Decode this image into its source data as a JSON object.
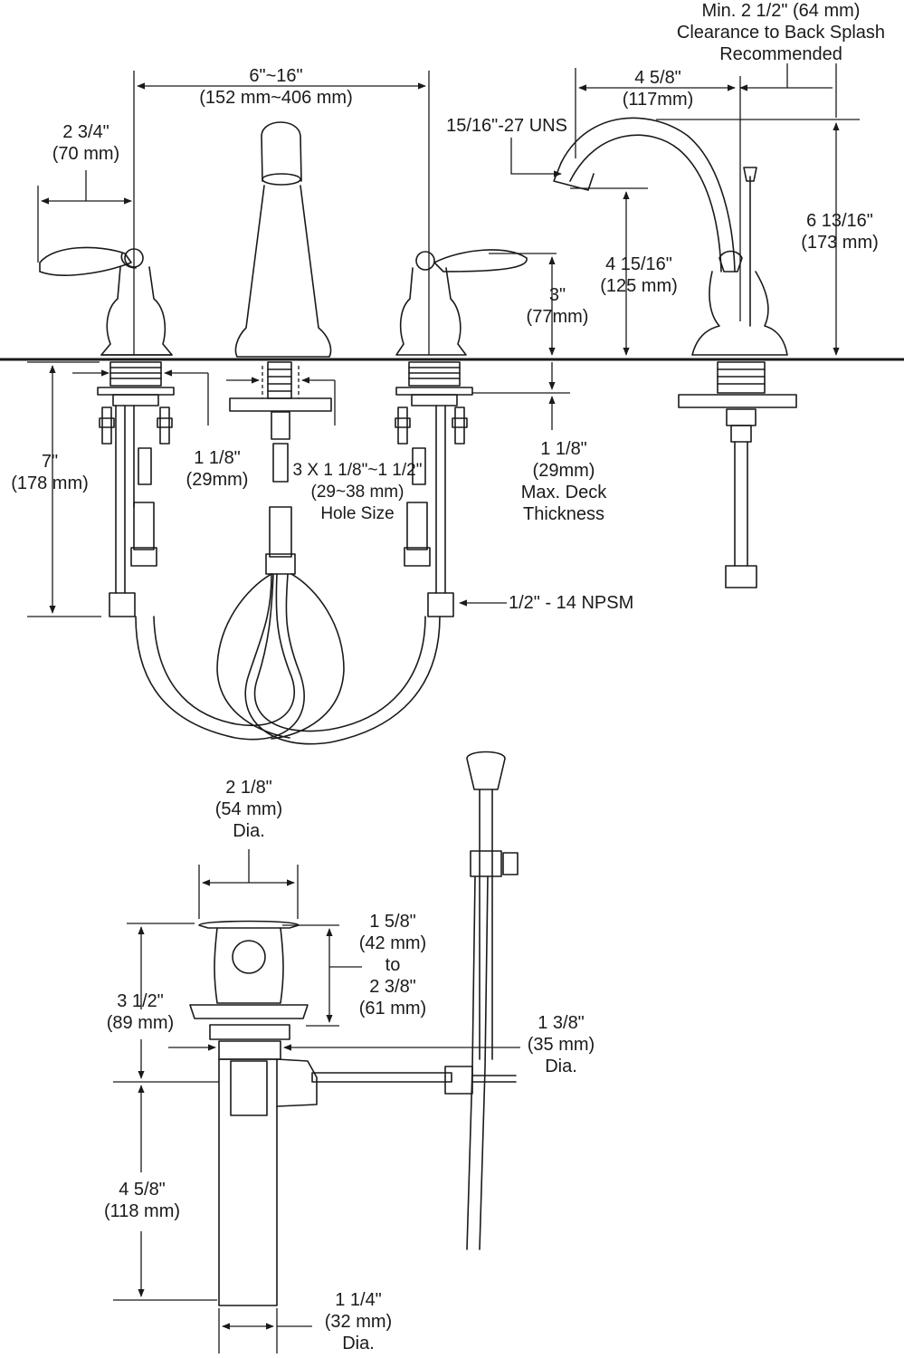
{
  "top": {
    "clearance": {
      "l1": "Min. 2 1/2\" (64 mm)",
      "l2": "Clearance to Back Splash",
      "l3": "Recommended"
    },
    "spread": {
      "l1": "6\"~16\"",
      "l2": "(152 mm~406 mm)"
    },
    "handle_reach": {
      "l1": "2 3/4\"",
      "l2": "(70 mm)"
    },
    "spout_reach": {
      "l1": "4 5/8\"",
      "l2": "(117mm)"
    },
    "thread": "15/16\"-27 UNS",
    "spout_height": {
      "l1": "6 13/16\"",
      "l2": "(173 mm)"
    },
    "spout_clearance": {
      "l1": "4 15/16\"",
      "l2": "(125 mm)"
    },
    "handle_height": {
      "l1": "3\"",
      "l2": "(77mm)"
    },
    "below_deck": {
      "l1": "7\"",
      "l2": "(178 mm)"
    },
    "shank": {
      "l1": "1 1/8\"",
      "l2": "(29mm)"
    },
    "hole_size": {
      "l1": "3 X 1 1/8\"~1 1/2\"",
      "l2": "(29~38 mm)",
      "l3": "Hole Size"
    },
    "deck": {
      "l1": "1 1/8\"",
      "l2": "(29mm)",
      "l3": "Max. Deck",
      "l4": "Thickness"
    },
    "npsm": "1/2\" - 14 NPSM"
  },
  "drain": {
    "flange_dia": {
      "l1": "2 1/8\"",
      "l2": "(54 mm)",
      "l3": "Dia."
    },
    "flange_range": {
      "l1": "1 5/8\"",
      "l2": "(42 mm)",
      "l3": "to",
      "l4": "2 3/8\"",
      "l5": "(61 mm)"
    },
    "body_height": {
      "l1": "3 1/2\"",
      "l2": "(89 mm)"
    },
    "body_dia": {
      "l1": "1 3/8\"",
      "l2": "(35 mm)",
      "l3": "Dia."
    },
    "tail_length": {
      "l1": "4 5/8\"",
      "l2": "(118 mm)"
    },
    "tail_dia": {
      "l1": "1 1/4\"",
      "l2": "(32 mm)",
      "l3": "Dia."
    }
  }
}
